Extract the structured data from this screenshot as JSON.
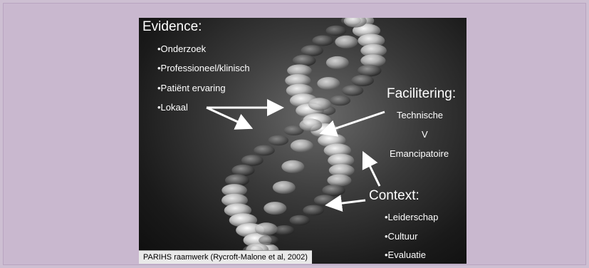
{
  "evidence": {
    "heading": "Evidence:",
    "items": [
      "•Onderzoek",
      "•Professioneel/klinisch",
      "•Patiënt ervaring",
      "•Lokaal"
    ]
  },
  "facilitering": {
    "heading": "Facilitering:",
    "items": [
      "Technische",
      "V",
      "Emancipatoire"
    ]
  },
  "context": {
    "heading": "Context:",
    "items": [
      "•Leiderschap",
      "•Cultuur",
      "•Evaluatie"
    ]
  },
  "caption": "PARIHS raamwerk (Rycroft-Malone et al, 2002)"
}
